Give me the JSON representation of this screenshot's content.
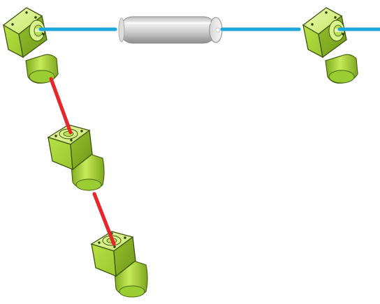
{
  "diagram": {
    "colors": {
      "background": "#ffffff",
      "cable_blue": "#1ea7dd",
      "cable_red": "#e8252b",
      "motor_top": "#d8f07c",
      "motor_front": "#a8d636",
      "motor_side": "#86b52a",
      "motor_edge": "#3c5210",
      "shaft_highlight": "#eaffaa",
      "tube_light": "#f2f2f2",
      "tube_mid": "#c8c8c8",
      "tube_dark": "#8d8d8d"
    },
    "components": {
      "motors": [
        {
          "label": "",
          "icon": "gear-motor-icon"
        },
        {
          "label": "",
          "icon": "gear-motor-icon"
        },
        {
          "label": "",
          "icon": "gear-motor-icon"
        },
        {
          "label": "",
          "icon": "gear-motor-icon"
        }
      ],
      "tube": {
        "label": "",
        "icon": "cylinder-icon"
      },
      "links": [
        {
          "type": "blue-link"
        },
        {
          "type": "blue-link"
        },
        {
          "type": "red-link"
        },
        {
          "type": "red-link"
        }
      ]
    }
  }
}
